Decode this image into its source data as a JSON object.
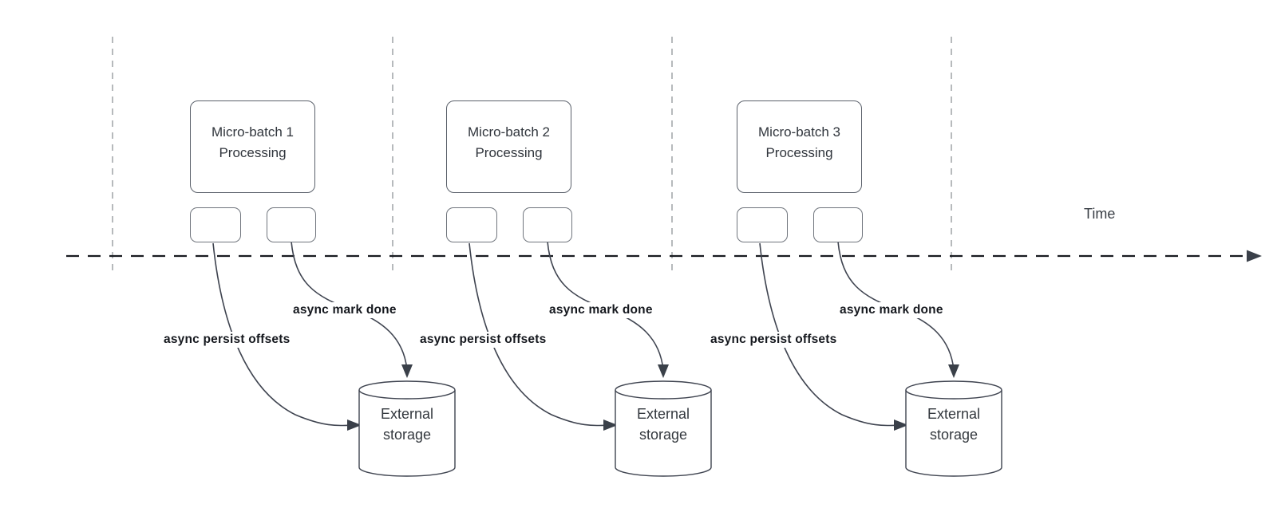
{
  "diagram": {
    "time_axis": {
      "label": "Time"
    },
    "groups": [
      {
        "box_line1": "Micro-batch 1",
        "box_line2": "Processing",
        "persist_label": "async persist offsets",
        "mark_done_label": "async mark done",
        "storage_line1": "External",
        "storage_line2": "storage"
      },
      {
        "box_line1": "Micro-batch 2",
        "box_line2": "Processing",
        "persist_label": "async persist offsets",
        "mark_done_label": "async mark done",
        "storage_line1": "External",
        "storage_line2": "storage"
      },
      {
        "box_line1": "Micro-batch 3",
        "box_line2": "Processing",
        "persist_label": "async persist offsets",
        "mark_done_label": "async mark done",
        "storage_line1": "External",
        "storage_line2": "storage"
      }
    ],
    "colors": {
      "background": "#ffffff",
      "node_stroke": "#5b616b",
      "mini_stroke": "#70757d",
      "arrow_stroke": "#3f4450",
      "arrowhead_fill": "#3a4049",
      "axis_stroke": "#181b20",
      "guide_stroke": "#a5a8ac",
      "node_text": "#30353c",
      "label_text": "#15181e",
      "storage_text": "#33383e"
    }
  }
}
